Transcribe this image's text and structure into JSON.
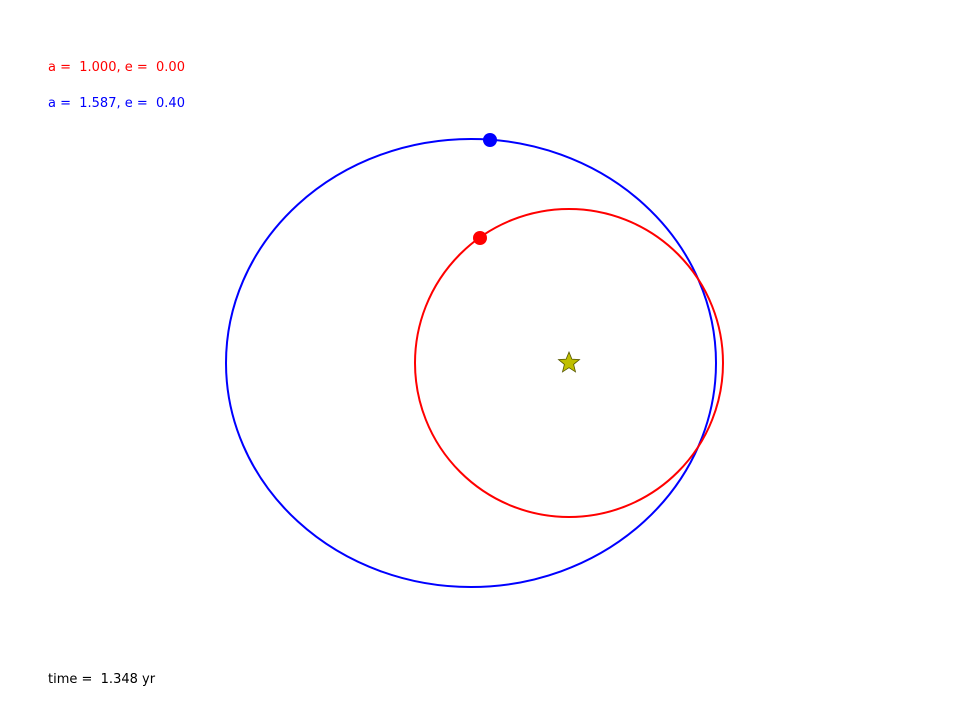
{
  "labels": {
    "orbit_1": "a =  1.000, e =  0.00",
    "orbit_2": "a =  1.587, e =  0.40",
    "time": "time =  1.348 yr"
  },
  "colors": {
    "orbit_1": "#ff0000",
    "orbit_2": "#0000ff",
    "star": "#bfbf00",
    "time_text": "#000000"
  },
  "orbits": [
    {
      "a": 1.0,
      "e": 0.0,
      "color": "#ff0000"
    },
    {
      "a": 1.587,
      "e": 0.4,
      "color": "#0000ff"
    }
  ],
  "icons": {
    "central_body": "star-icon"
  }
}
